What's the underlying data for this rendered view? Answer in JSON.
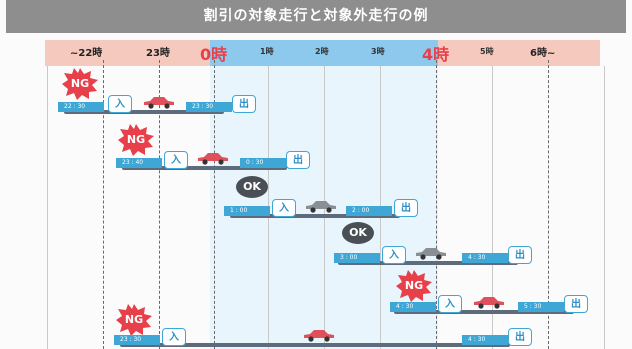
{
  "title": "割引の対象走行と対象外走行の例",
  "timeline": {
    "labels": {
      "t22": "~22時",
      "t23": "23時",
      "t0": "0時",
      "t1": "1時",
      "t2": "2時",
      "t3": "3時",
      "t4": "4時",
      "t5": "5時",
      "t6": "6時~"
    }
  },
  "badges": {
    "ng": "NG",
    "ok": "OK"
  },
  "tags": {
    "entry": "入",
    "exit": "出"
  },
  "times": {
    "r1_in": "22 : 30",
    "r1_out": "23 : 30",
    "r2_in": "23 : 40",
    "r2_out": "0 : 30",
    "r3_in": "1 : 00",
    "r3_out": "2 : 00",
    "r4_in": "3 : 00",
    "r4_out": "4 : 30",
    "r5_in": "4 : 30",
    "r5_out": "5 : 30",
    "r6_in": "23 : 30",
    "r6_out": "4 : 30"
  },
  "colors": {
    "header_pink": "#f5c9bd",
    "header_blue": "#8cc9ec",
    "zone_blue": "#e9f5fc",
    "time_bar": "#3ea7d6",
    "ng_red": "#e8404a",
    "ok_dark": "#4a4f55",
    "car_red": "#e0505a",
    "car_grey": "#8a8f96"
  },
  "icons": [
    "car-icon",
    "ng-burst-icon",
    "ok-badge-icon"
  ]
}
